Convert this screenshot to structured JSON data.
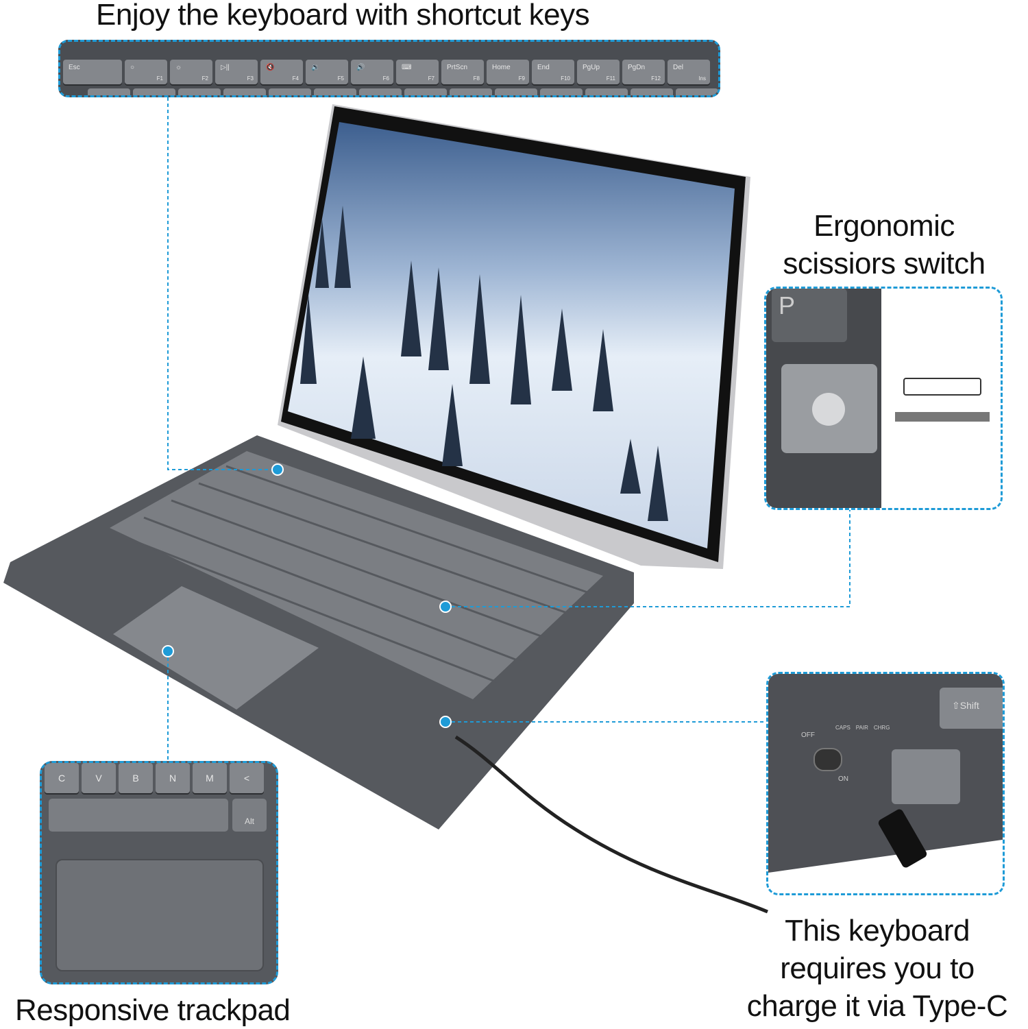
{
  "captions": {
    "shortcut_keys": "Enjoy the keyboard with shortcut keys",
    "ergonomic_line1": "Ergonomic",
    "ergonomic_line2": "scissiors switch",
    "trackpad": "Responsive trackpad",
    "charge_line1": "This keyboard",
    "charge_line2": "requires you to",
    "charge_line3": "charge it via Type-C"
  },
  "function_keys": [
    {
      "label": "Esc",
      "fn": ""
    },
    {
      "label": "○",
      "fn": "F1"
    },
    {
      "label": "☼",
      "fn": "F2"
    },
    {
      "label": "▷||",
      "fn": "F3"
    },
    {
      "label": "🔇",
      "fn": "F4"
    },
    {
      "label": "🔉",
      "fn": "F5"
    },
    {
      "label": "🔊",
      "fn": "F6"
    },
    {
      "label": "⌨",
      "fn": "F7"
    },
    {
      "label": "PrtScn",
      "fn": "F8"
    },
    {
      "label": "Home",
      "fn": "F9"
    },
    {
      "label": "End",
      "fn": "F10"
    },
    {
      "label": "PgUp",
      "fn": "F11"
    },
    {
      "label": "PgDn",
      "fn": "F12"
    },
    {
      "label": "Del",
      "fn": "Ins"
    }
  ],
  "trackpad_inset": {
    "keys": [
      "C",
      "V",
      "B",
      "N",
      "M",
      "<"
    ],
    "alt_label": "Alt"
  },
  "switch_inset": {
    "off": "OFF",
    "on": "ON",
    "leds": [
      "CAPS",
      "PAIR",
      "CHRG"
    ],
    "shift": "⇧Shift",
    "scissor_key": "P"
  },
  "colors": {
    "accent": "#1e9bd7",
    "keyboard": "#56595e",
    "keys": "#84878c"
  }
}
